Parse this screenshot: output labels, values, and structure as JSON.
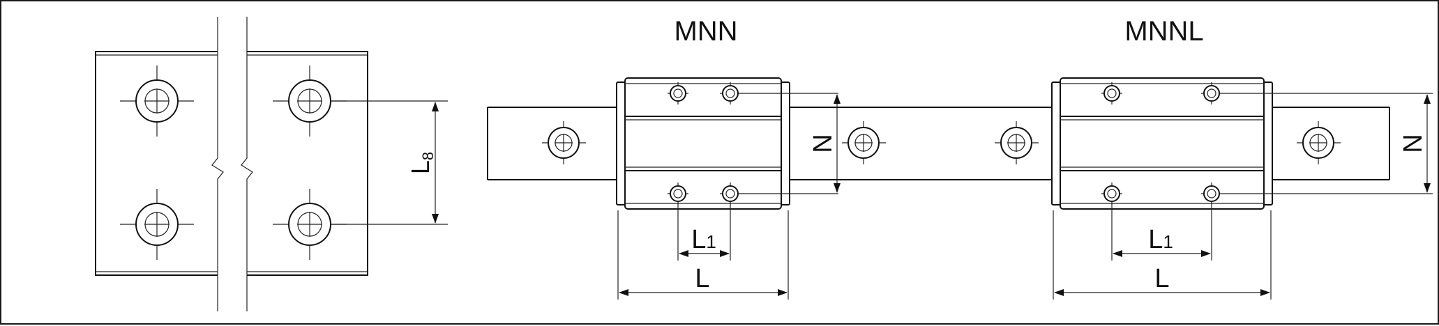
{
  "figure": {
    "views": [
      {
        "id": "mnn",
        "title": "MNN"
      },
      {
        "id": "mnnl",
        "title": "MNNL"
      }
    ],
    "dimension_labels": {
      "l8_main": "L",
      "l8_sub": "8",
      "n": "N",
      "l1_main": "L",
      "l1_sub": "1",
      "l": "L"
    },
    "colors": {
      "line": "#111111",
      "background": "#ffffff"
    }
  }
}
